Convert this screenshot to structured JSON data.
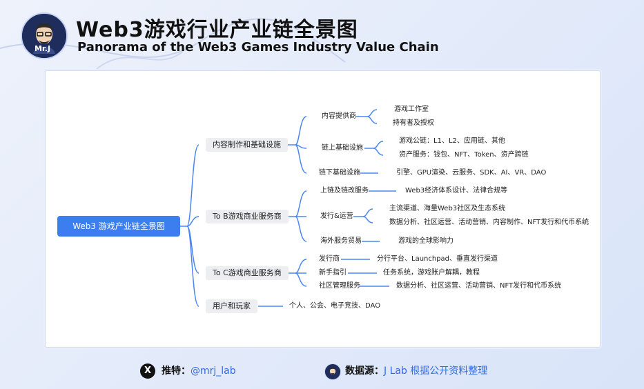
{
  "header": {
    "logo_text": "Mr.J",
    "title_cn": "Web3游戏行业产业链全景图",
    "title_en": "Panorama of the Web3 Games Industry Value Chain"
  },
  "mindmap": {
    "root": "Web3 游戏产业链全景图",
    "branches": [
      {
        "label": "内容制作和基础设施",
        "children": [
          {
            "label": "内容提供商",
            "leaves": [
              "游戏工作室",
              "持有者及授权"
            ]
          },
          {
            "label": "链上基础设施",
            "leaves": [
              "游戏公链：L1、L2、应用链、其他",
              "资产服务：钱包、NFT、Token、资产跨链"
            ]
          },
          {
            "label": "链下基础设施",
            "leaves": [
              "引擎、GPU渲染、云服务、SDK、AI、VR、DAO"
            ]
          }
        ]
      },
      {
        "label": "To B游戏商业服务商",
        "children": [
          {
            "label": "上链及链改服务",
            "leaves": [
              "Web3经济体系设计、法律合规等"
            ]
          },
          {
            "label": "发行&运营",
            "leaves": [
              "主流渠道、海量Web3社区及生态系统",
              "数据分析、社区运营、活动营销、内容制作、NFT发行和代币系统"
            ]
          },
          {
            "label": "海外服务贸易",
            "leaves": [
              "游戏的全球影响力"
            ]
          }
        ]
      },
      {
        "label": "To C游戏商业服务商",
        "children": [
          {
            "label": "发行商",
            "leaves": [
              "分行平台、Launchpad、垂直发行渠道"
            ]
          },
          {
            "label": "新手指引",
            "leaves": [
              "任务系统，游戏账户解耦，教程"
            ]
          },
          {
            "label": "社区管理服务",
            "leaves": [
              "数据分析、社区运营、活动营销、NFT发行和代币系统"
            ]
          }
        ]
      },
      {
        "label": "用户和玩家",
        "leaves": [
          "个人、公会、电子竞技、DAO"
        ]
      }
    ]
  },
  "footer": {
    "x_icon": "X",
    "twitter_label": "推特：",
    "twitter_handle": "@mrj_lab",
    "source_label": "数据源：",
    "source_value": "J Lab 根据公开资料整理"
  },
  "colors": {
    "accent": "#3c7ef0",
    "connector": "#4a86f0",
    "node_bg": "#eceef2"
  }
}
